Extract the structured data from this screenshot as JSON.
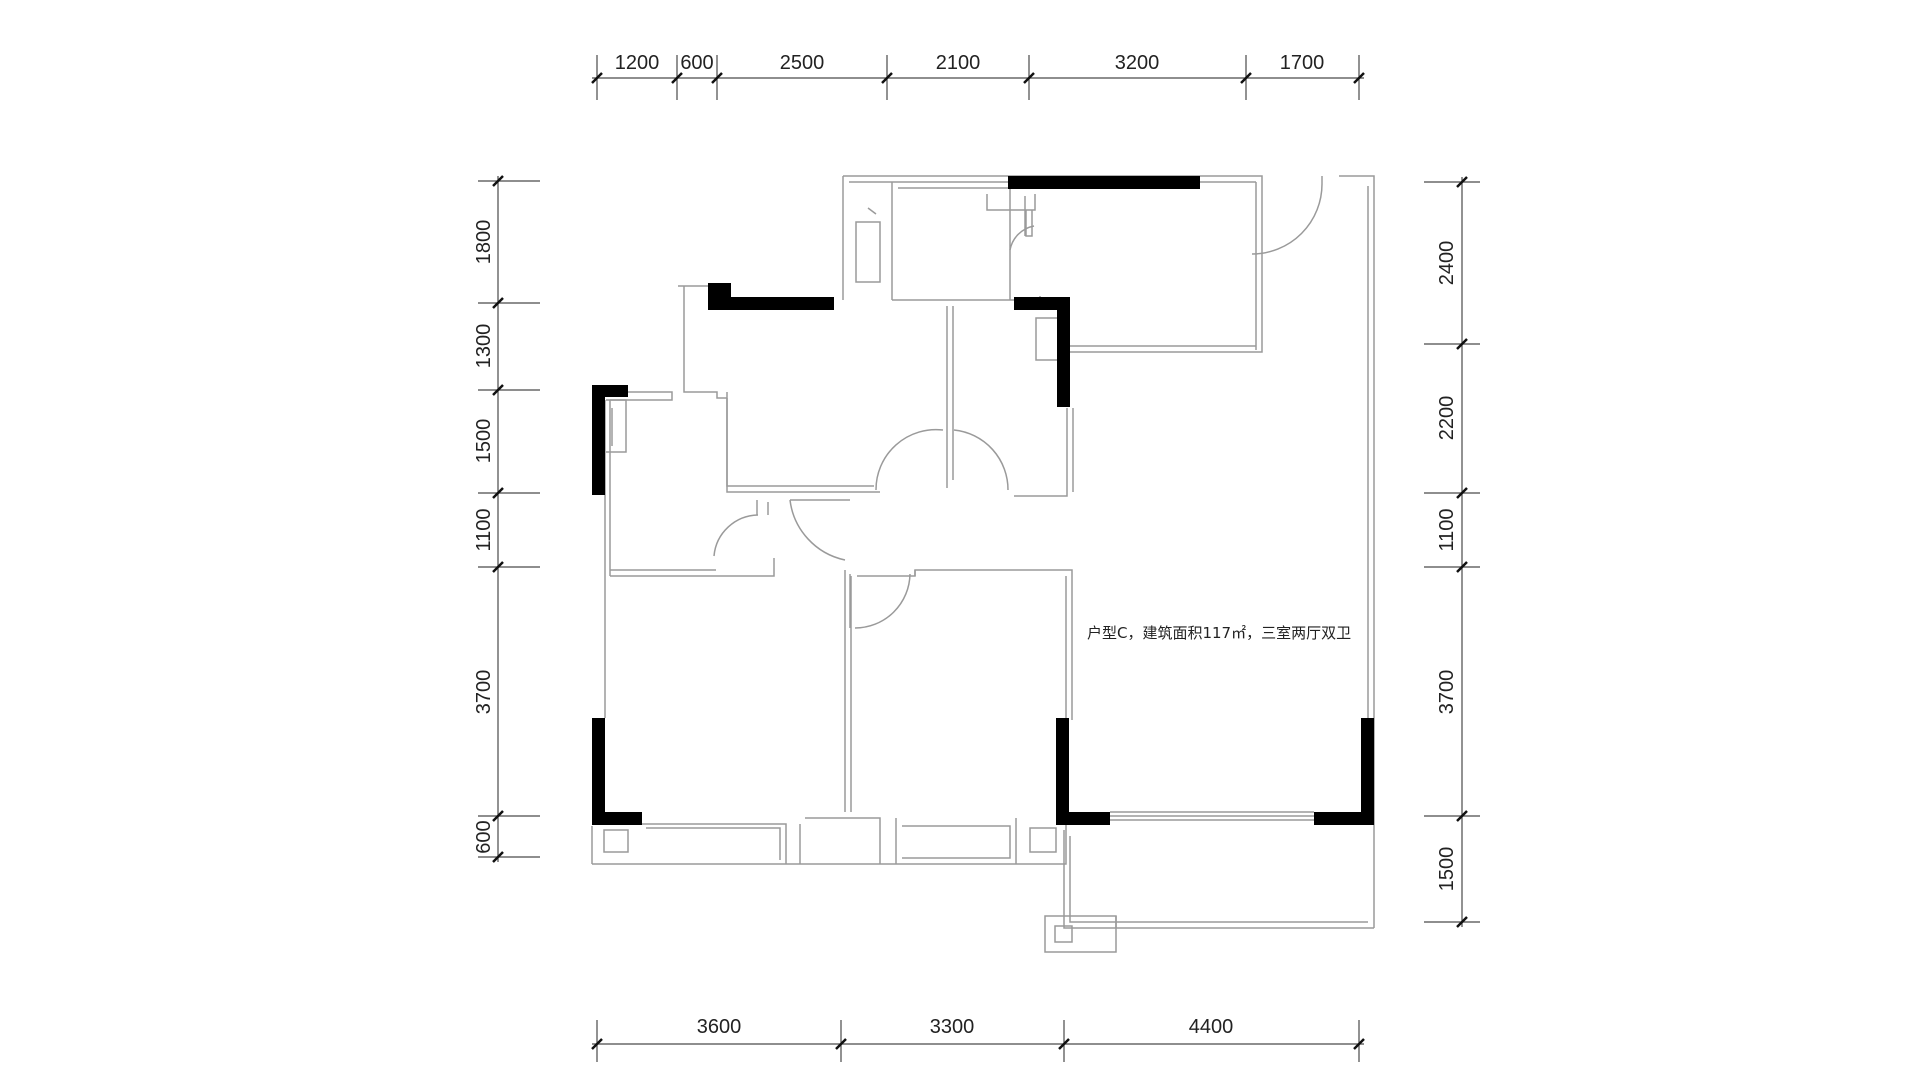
{
  "caption": "户型C，建筑面积117㎡，三室两厅双卫",
  "dimensions": {
    "top": [
      "1200",
      "600",
      "2500",
      "2100",
      "3200",
      "1700"
    ],
    "bottom": [
      "3600",
      "3300",
      "4400"
    ],
    "left": [
      "1800",
      "1300",
      "1500",
      "1100",
      "3700",
      "600"
    ],
    "right": [
      "2400",
      "2200",
      "1100",
      "3700",
      "1500"
    ]
  },
  "colors": {
    "wall_line": "#9a9a9a",
    "structural_column": "#000000",
    "dimension_line": "#4a4a4a",
    "text": "#222222"
  }
}
